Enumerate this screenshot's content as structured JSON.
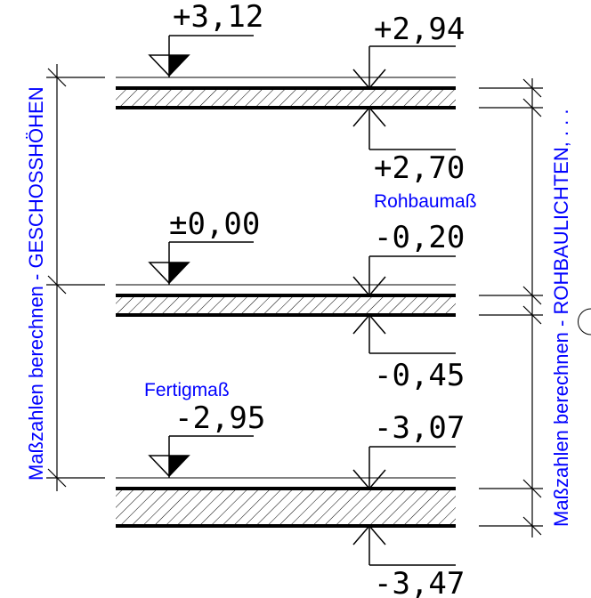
{
  "levels": {
    "top_finished": "+3,12",
    "top_raw_upper": "+2,94",
    "top_raw_lower": "+2,70",
    "mid_finished": "±0,00",
    "mid_raw_upper": "-0,20",
    "mid_raw_lower": "-0,45",
    "bot_finished": "-2,95",
    "bot_raw_upper": "-3,07",
    "bot_raw_lower": "-3,47"
  },
  "annotations": {
    "raw": "Rohbaumaß",
    "finished": "Fertigmaß",
    "left_side": "Maßzahlen berechnen - GESCHOSSHÖHEN",
    "right_side": "Maßzahlen berechnen - ROHBAULICHTEN, . . ."
  },
  "colors": {
    "line": "#000000",
    "annotation": "#0000ff"
  }
}
